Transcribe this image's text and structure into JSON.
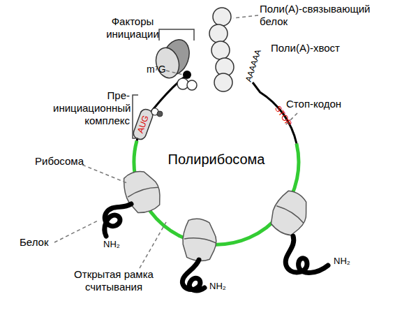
{
  "diagram": {
    "labels": [
      "Факторы инициации",
      "Поли(А)-связывающий белок",
      "m⁷G",
      "Поли(А)-хвост",
      "AAAAAA",
      "Пре- инициационный комплекс",
      "AUG",
      "Стоп-кодон",
      "STOP",
      "Полирибосома",
      "Рибосома",
      "Белок",
      "NH₂",
      "Открытая рамка считывания",
      "NH₂",
      "NH₂"
    ]
  }
}
